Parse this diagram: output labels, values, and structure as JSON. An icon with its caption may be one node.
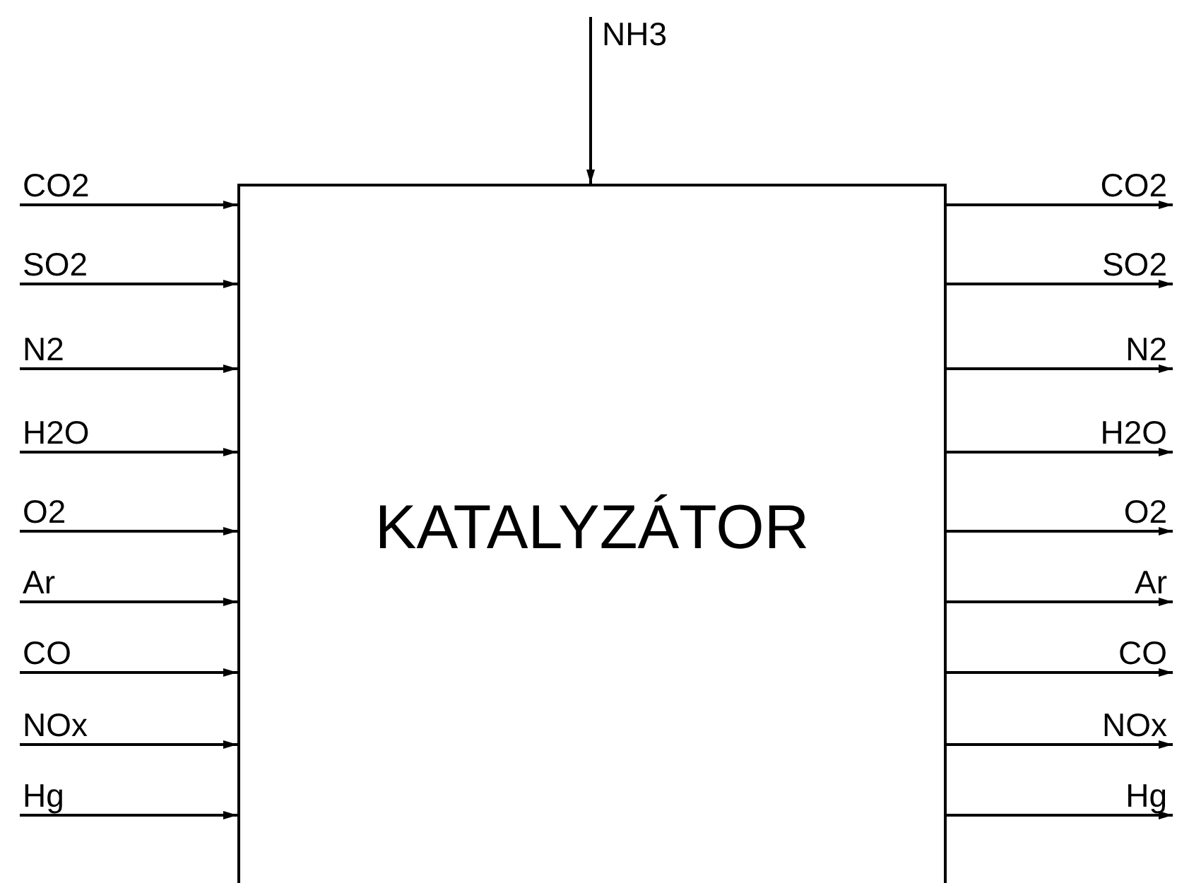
{
  "diagram": {
    "nodes": [
      {
        "text": [
          "KATALYZÁTOR"
        ]
      },
      {
        "text": [
          "NH3"
        ]
      },
      {
        "text": [
          "CO2"
        ]
      },
      {
        "text": [
          "SO2"
        ]
      },
      {
        "text": [
          "N2"
        ]
      },
      {
        "text": [
          "H2O"
        ]
      },
      {
        "text": [
          "O2"
        ]
      },
      {
        "text": [
          "Ar"
        ]
      },
      {
        "text": [
          "CO"
        ]
      },
      {
        "text": [
          "NOx"
        ]
      },
      {
        "text": [
          "Hg"
        ]
      },
      {
        "text": [
          "CO2"
        ]
      },
      {
        "text": [
          "SO2"
        ]
      },
      {
        "text": [
          "N2"
        ]
      },
      {
        "text": [
          "H2O"
        ]
      },
      {
        "text": [
          "O2"
        ]
      },
      {
        "text": [
          "Ar"
        ]
      },
      {
        "text": [
          "CO"
        ]
      },
      {
        "text": [
          "NOx"
        ]
      },
      {
        "text": [
          "Hg"
        ]
      }
    ],
    "edges": [
      {
        "from": 1,
        "to": 0,
        "arrow": "to"
      },
      {
        "from": 2,
        "to": 0,
        "arrow": "to"
      },
      {
        "from": 3,
        "to": 0,
        "arrow": "to"
      },
      {
        "from": 4,
        "to": 0,
        "arrow": "to"
      },
      {
        "from": 5,
        "to": 0,
        "arrow": "to"
      },
      {
        "from": 6,
        "to": 0,
        "arrow": "to"
      },
      {
        "from": 7,
        "to": 0,
        "arrow": "to"
      },
      {
        "from": 8,
        "to": 0,
        "arrow": "to"
      },
      {
        "from": 9,
        "to": 0,
        "arrow": "to"
      },
      {
        "from": 10,
        "to": 0,
        "arrow": "to"
      },
      {
        "from": 0,
        "to": 11,
        "arrow": "to"
      },
      {
        "from": 0,
        "to": 12,
        "arrow": "to"
      },
      {
        "from": 0,
        "to": 13,
        "arrow": "to"
      },
      {
        "from": 0,
        "to": 14,
        "arrow": "to"
      },
      {
        "from": 0,
        "to": 15,
        "arrow": "to"
      },
      {
        "from": 0,
        "to": 16,
        "arrow": "to"
      },
      {
        "from": 0,
        "to": 17,
        "arrow": "to"
      },
      {
        "from": 0,
        "to": 18,
        "arrow": "to"
      },
      {
        "from": 0,
        "to": 19,
        "arrow": "to"
      }
    ]
  }
}
